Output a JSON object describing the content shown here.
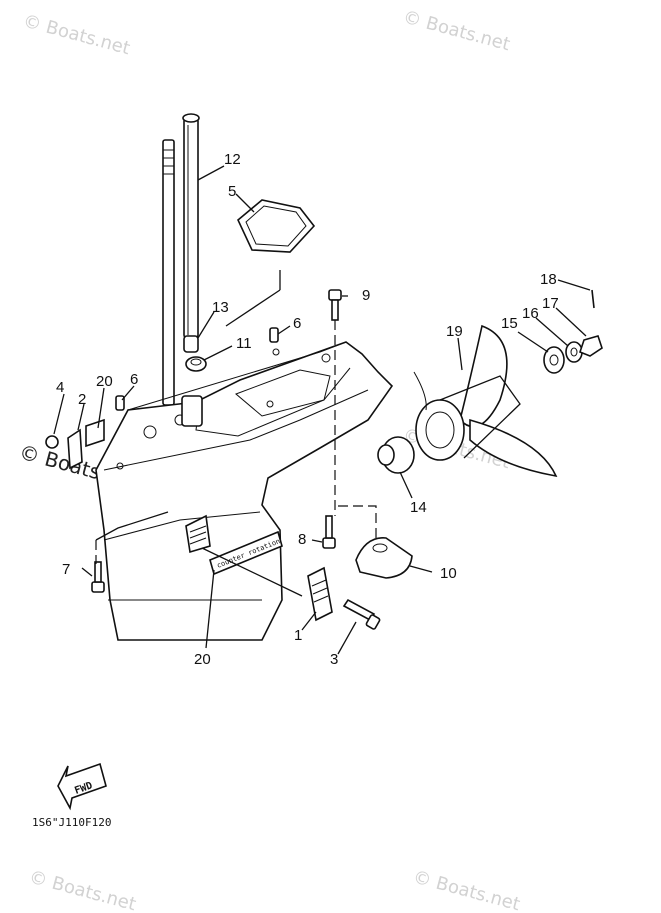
{
  "watermark": {
    "text": "© Boats.net"
  },
  "callouts": [
    "1",
    "2",
    "3",
    "4",
    "5",
    "6",
    "6",
    "7",
    "8",
    "9",
    "10",
    "11",
    "12",
    "13",
    "14",
    "15",
    "16",
    "17",
    "18",
    "19",
    "20",
    "20"
  ],
  "direction_arrow": {
    "text": "FWD"
  },
  "housing_labels": {
    "decal": "counter rotation"
  },
  "diagram_code": "1S6\"J110F120",
  "colors": {
    "ink": "#111111",
    "watermark": "#d2d2d2",
    "paper": "#ffffff"
  }
}
